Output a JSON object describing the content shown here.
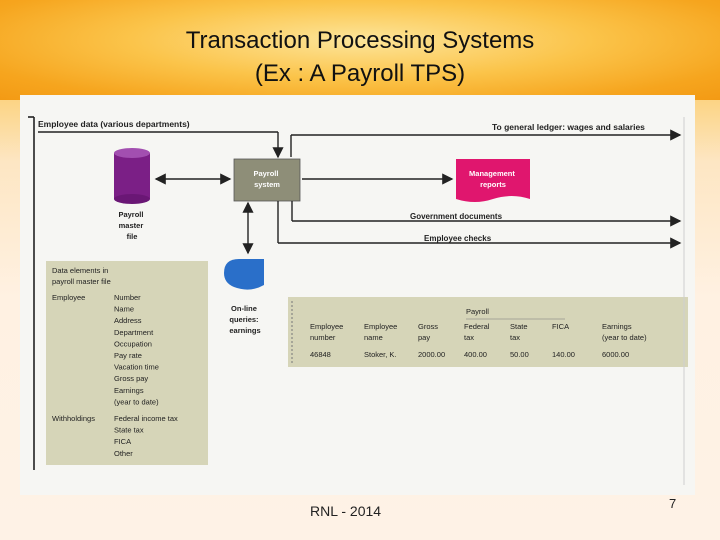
{
  "slide": {
    "title_line1": "Transaction Processing Systems",
    "title_line2": "(Ex : A Payroll TPS)",
    "footer": "RNL - 2014",
    "page_number": "7"
  },
  "diagram": {
    "employee_data": "Employee data (various departments)",
    "general_ledger": "To general ledger: wages and salaries",
    "payroll_system": [
      "Payroll",
      "system"
    ],
    "management_reports": [
      "Management",
      "reports"
    ],
    "payroll_master_file": [
      "Payroll",
      "master",
      "file"
    ],
    "government_documents": "Government documents",
    "employee_checks": "Employee checks",
    "online_queries": [
      "On-line",
      "queries:",
      "earnings"
    ],
    "data_elements": {
      "heading": [
        "Data elements in",
        "payroll master file"
      ],
      "employee_label": "Employee",
      "employee_items": [
        "Number",
        "Name",
        "Address",
        "Department",
        "Occupation",
        "Pay rate",
        "Vacation time",
        "Gross pay",
        "Earnings",
        "(year to date)"
      ],
      "withholdings_label": "Withholdings",
      "withholding_items": [
        "Federal income tax",
        "State tax",
        "FICA",
        "Other"
      ]
    },
    "payroll_table": {
      "group_label": "Payroll",
      "headers": [
        [
          "Employee",
          "number"
        ],
        [
          "Employee",
          "name"
        ],
        [
          "Gross",
          "pay"
        ],
        [
          "Federal",
          "tax"
        ],
        [
          "State",
          "tax"
        ],
        [
          "FICA",
          ""
        ],
        [
          "Earnings",
          "(year to date)"
        ]
      ],
      "row": [
        "46848",
        "Stoker, K.",
        "2000.00",
        "400.00",
        "50.00",
        "140.00",
        "6000.00"
      ]
    }
  },
  "colors": {
    "payroll_box": "#8e8e78",
    "management_box": "#e0166e",
    "database": "#7b1f86",
    "query_shape": "#2a6fc9",
    "data_panel": "#d6d5b8"
  }
}
